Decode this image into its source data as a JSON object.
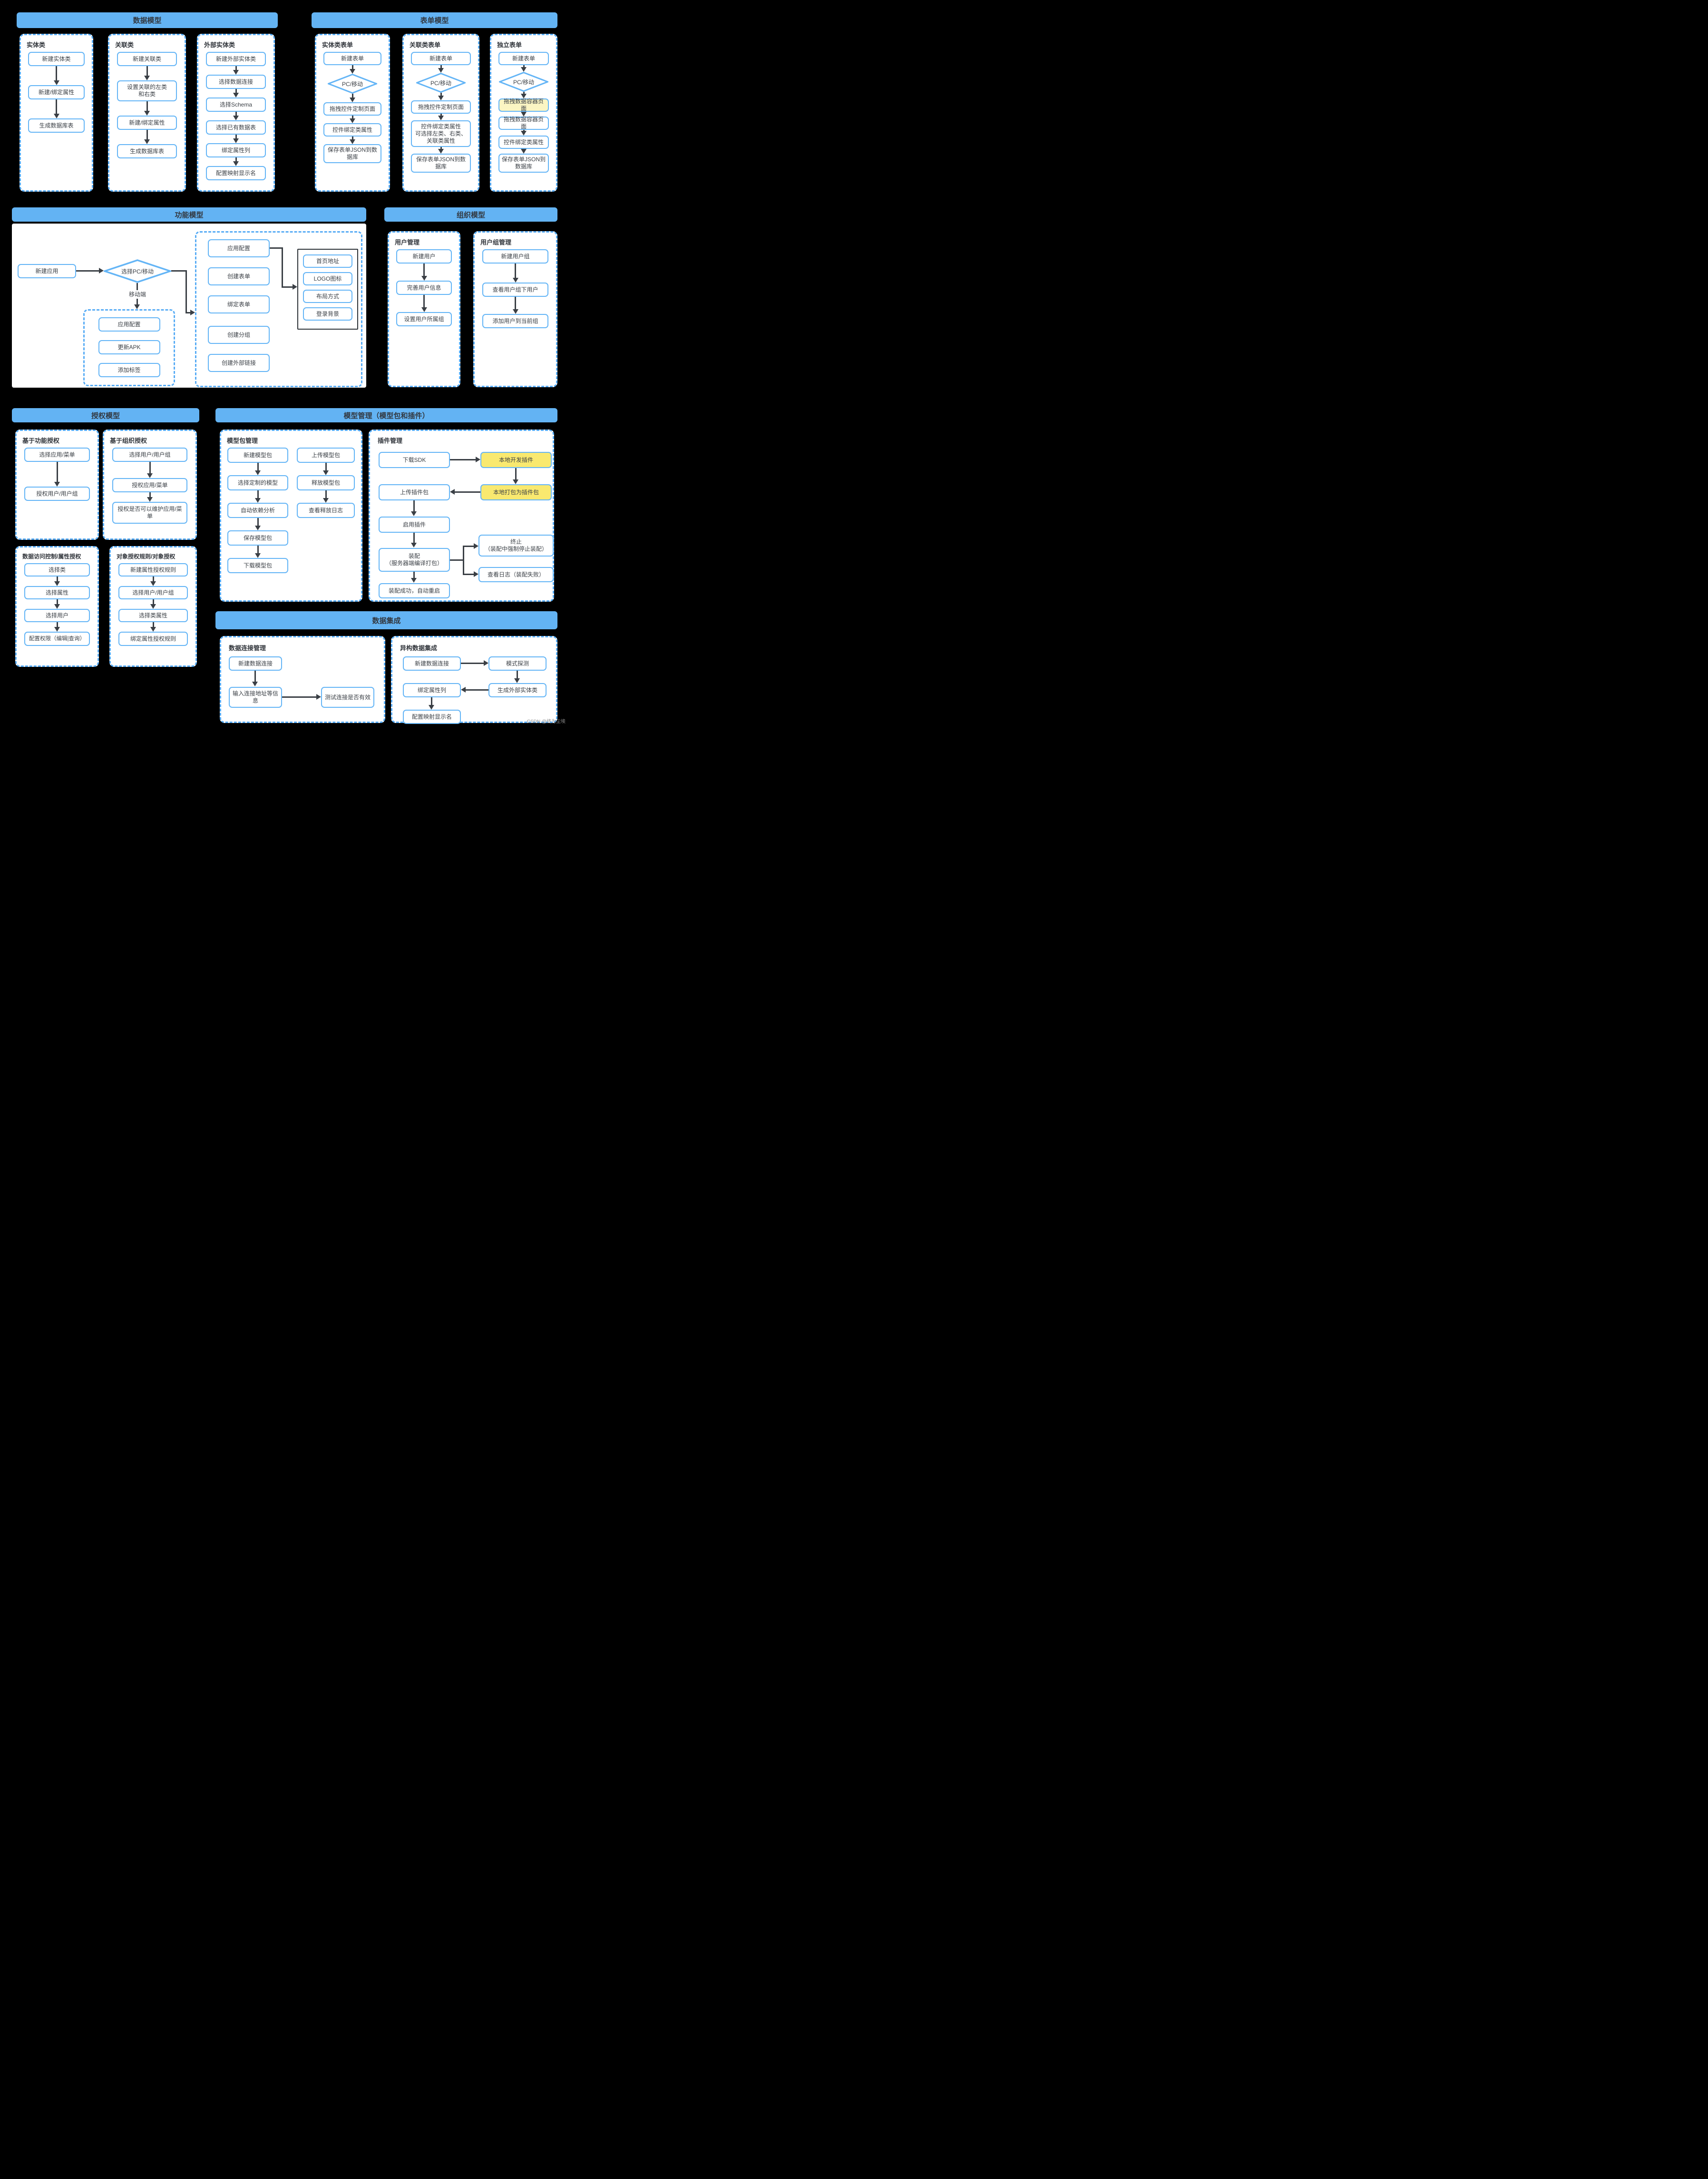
{
  "watermark": "CSDN @终为尘埃",
  "colors": {
    "banner_blue": "#63B3F3",
    "box_border_blue": "#64B5F6",
    "dash_border_blue": "#58ACF5",
    "arrow_dark": "#3A3F45",
    "highlight_yellow_light": "#FBF5C3",
    "highlight_yellow_strong": "#F9E96F",
    "detail_frame_dark": "#2E3338"
  },
  "sections": {
    "data_model": {
      "title": "数据模型",
      "columns": [
        {
          "header": "实体类",
          "steps": [
            "新建实体类",
            "新建/绑定属性",
            "生成数据库表"
          ]
        },
        {
          "header": "关联类",
          "steps": [
            "新建关联类",
            "设置关联的左类\n和右类",
            "新建/绑定属性",
            "生成数据库表"
          ]
        },
        {
          "header": "外部实体类",
          "steps": [
            "新建外部实体类",
            "选择数据连接",
            "选择Schema",
            "选择已有数据表",
            "绑定属性列",
            "配置映射显示名"
          ]
        }
      ]
    },
    "form_model": {
      "title": "表单模型",
      "columns": [
        {
          "header": "实体类表单",
          "start": "新建表单",
          "decision": "PC/移动",
          "steps": [
            "拖拽控件定制页面",
            "控件绑定类属性",
            "保存表单JSON到数据库"
          ]
        },
        {
          "header": "关联类表单",
          "start": "新建表单",
          "decision": "PC/移动",
          "steps": [
            "拖拽控件定制页面",
            "控件绑定类属性\n可选择左类、右类、关联类属性",
            "保存表单JSON到数据库"
          ]
        },
        {
          "header": "独立表单",
          "start": "新建表单",
          "decision": "PC/移动",
          "steps": [
            "拖拽数据容器页面",
            "拖拽数据容器页面",
            "控件绑定类属性",
            "保存表单JSON到数据库"
          ]
        }
      ]
    },
    "function_model": {
      "title": "功能模型",
      "start": "新建应用",
      "decision": "选择PC/移动",
      "branch_label": "移动端",
      "mobile": {
        "steps": [
          "应用配置",
          "更新APK",
          "添加标签"
        ]
      },
      "pc": {
        "steps": [
          "应用配置",
          "创建表单",
          "绑定表单",
          "创建分组",
          "创建外部链接"
        ]
      },
      "config": {
        "items": [
          "首页地址",
          "LOGO图标",
          "布局方式",
          "登录背景"
        ]
      }
    },
    "org_model": {
      "title": "组织模型",
      "groups": [
        {
          "header": "用户管理",
          "steps": [
            "新建用户",
            "完善用户信息",
            "设置用户所属组"
          ]
        },
        {
          "header": "用户组管理",
          "steps": [
            "新建用户组",
            "查看用户组下用户",
            "添加用户到当前组"
          ]
        }
      ]
    },
    "auth_model": {
      "title": "授权模型",
      "groups": [
        {
          "header": "基于功能授权",
          "steps": [
            "选择应用/菜单",
            "授权用户/用户组"
          ]
        },
        {
          "header": "基于组织授权",
          "steps": [
            "选择用户/用户组",
            "授权应用/菜单",
            "授权是否可以维护应用/菜单"
          ]
        },
        {
          "header": "数据访问控制/属性授权",
          "steps": [
            "选择类",
            "选择属性",
            "选择用户",
            "配置权限（编辑|查询）"
          ]
        },
        {
          "header": "对象授权规则/对象授权",
          "steps": [
            "新建属性授权规则",
            "选择用户/用户组",
            "选择类属性",
            "绑定属性授权规则"
          ]
        }
      ]
    },
    "model_mgmt": {
      "title": "模型管理（模型包和插件）",
      "package": {
        "header": "模型包管理",
        "col_a": [
          "新建模型包",
          "选择定制的模型",
          "自动依赖分析",
          "保存模型包",
          "下载模型包"
        ],
        "col_b": [
          "上传模型包",
          "释放模型包",
          "查看释放日志"
        ]
      },
      "plugin": {
        "header": "插件管理",
        "sdk": "下载SDK",
        "dev": "本地开发插件",
        "pack": "本地打包为插件包",
        "upload": "上传插件包",
        "enable": "启用插件",
        "assemble": "装配\n（服务器端编译打包）",
        "success": "装配成功，自动重启",
        "stop": "终止\n（装配中强制停止装配）",
        "log": "查看日志（装配失败）"
      }
    },
    "data_integration": {
      "title": "数据集成",
      "conn": {
        "header": "数据连接管理",
        "steps": [
          "新建数据连接",
          "输入连接地址等信息",
          "测试连接是否有效"
        ]
      },
      "hetero": {
        "header": "异构数据集成",
        "steps": [
          "新建数据连接",
          "模式探测",
          "生成外部实体类",
          "绑定属性列",
          "配置映射显示名"
        ]
      }
    }
  }
}
